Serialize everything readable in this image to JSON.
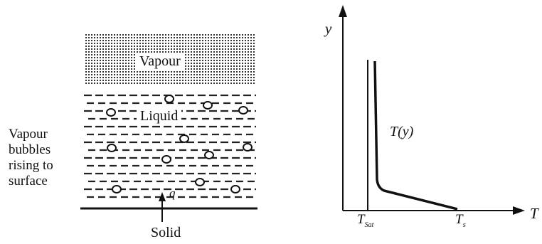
{
  "left_diagram": {
    "vapour_label": "Vapour",
    "liquid_label": "Liquid",
    "heat_flux_label": "q",
    "solid_label": "Solid",
    "bubbles_label": "Vapour\nbubbles\nrising to\nsurface"
  },
  "right_graph": {
    "y_axis_label": "y",
    "x_axis_label": "T",
    "curve_label": "T(y)",
    "tsat_main": "T",
    "tsat_sub": "Sat",
    "ts_main": "T",
    "ts_sub": "s"
  }
}
